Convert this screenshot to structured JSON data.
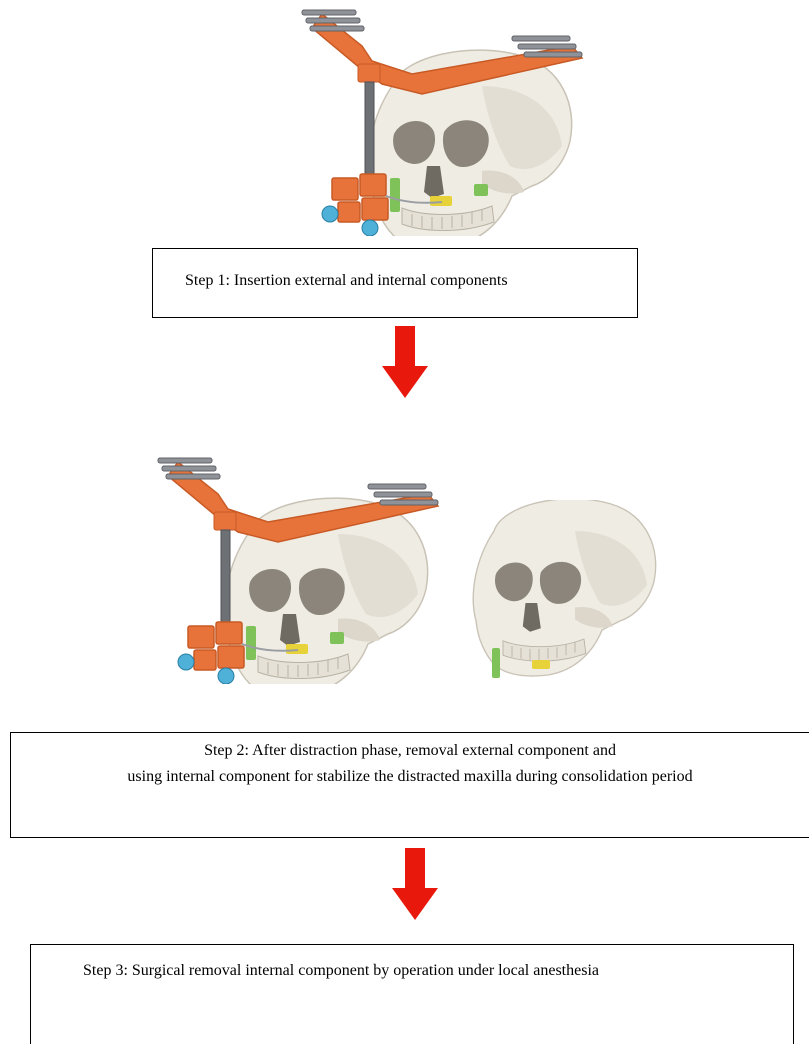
{
  "steps": [
    {
      "text": "Step 1: Insertion external and internal components"
    },
    {
      "line1": "Step 2: After distraction phase, removal external component and",
      "line2": "using internal component for stabilize the distracted maxilla during consolidation period"
    },
    {
      "text": "Step 3: Surgical removal internal component by operation under local anesthesia"
    }
  ],
  "colors": {
    "arrow": "#e8190c",
    "frame": "#e8733a",
    "frame_dark": "#c85a25",
    "bone": "#efece4",
    "bone_shadow": "#cfc9bd",
    "hardware_green": "#7fc25a",
    "hardware_yellow": "#e7d23a",
    "knob_blue": "#4fb0d8"
  }
}
